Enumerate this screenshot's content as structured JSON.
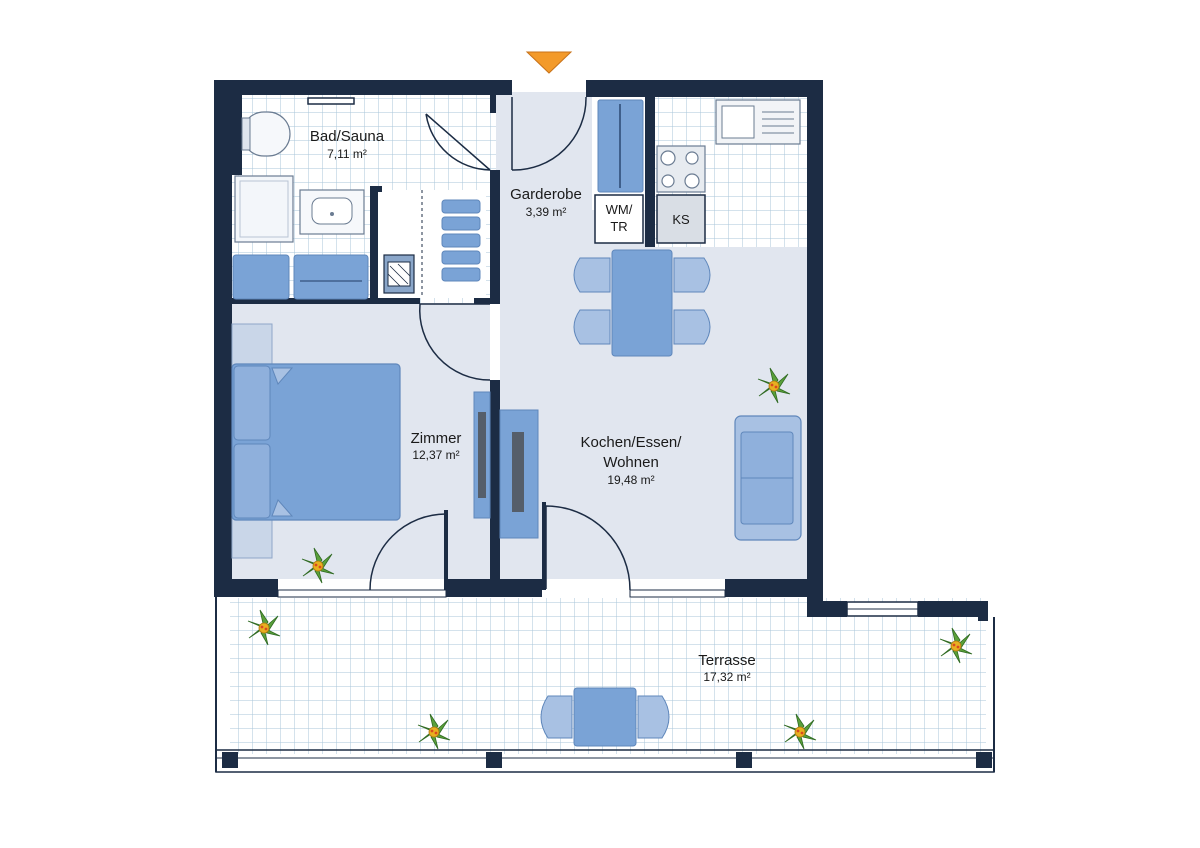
{
  "colors": {
    "wall": "#1c2c44",
    "floor": "#e1e6ef",
    "tile_bg": "#ffffff",
    "tile_grid": "#a9c6da",
    "furniture": "#7aa3d6",
    "furniture_dark": "#5f87bb",
    "furniture_light": "#a8c1e3",
    "entrance_marker": "#f39a2a",
    "plant_leaf": "#5aa03a",
    "plant_flower": "#e8b020"
  },
  "entrance": {
    "marker_icon": "entrance-arrow-icon"
  },
  "rooms": {
    "bad": {
      "name": "Bad/Sauna",
      "area": "7,11 m²"
    },
    "garderobe": {
      "name": "Garderobe",
      "area": "3,39 m²"
    },
    "zimmer": {
      "name": "Zimmer",
      "area": "12,37 m²"
    },
    "kochen": {
      "name_line1": "Kochen/Essen/",
      "name_line2": "Wohnen",
      "area": "19,48 m²"
    },
    "terrasse": {
      "name": "Terrasse",
      "area": "17,32 m²"
    }
  },
  "fixtures": {
    "wm_line1": "WM/",
    "wm_line2": "TR",
    "ks": "KS"
  }
}
